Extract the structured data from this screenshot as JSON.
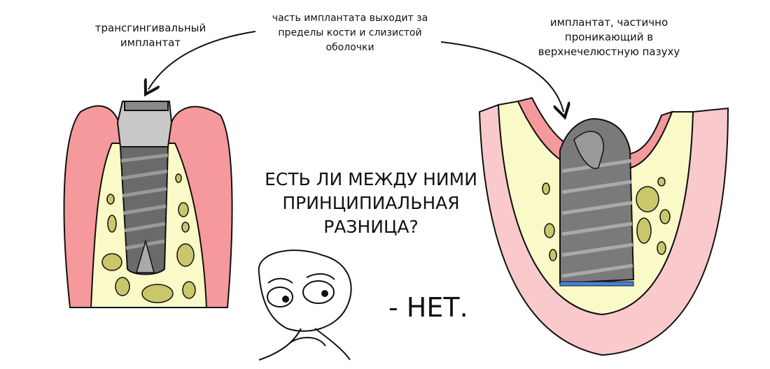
{
  "labels": {
    "left": [
      "трансгингивальный",
      "имплантат"
    ],
    "center": [
      "часть имплантата выходит за",
      "пределы кости и слизистой",
      "оболочки"
    ],
    "right": [
      "имплантат, частично",
      "проникающий в",
      "верхнечелюстную пазуху"
    ]
  },
  "question": [
    "ЕСТЬ ЛИ МЕЖДУ НИМИ",
    "ПРИНЦИПИАЛЬНАЯ",
    "РАЗНИЦА?"
  ],
  "answer": "- НЕТ.",
  "colors": {
    "gum": "#f5999c",
    "bone": "#fafac8",
    "fat": "#c9c76a",
    "implant": "#8a8a8a",
    "thread": "#555555",
    "collar": "#c8c8c8",
    "sinus": "#f9c9cb",
    "membrane": "#4a7fd6"
  }
}
